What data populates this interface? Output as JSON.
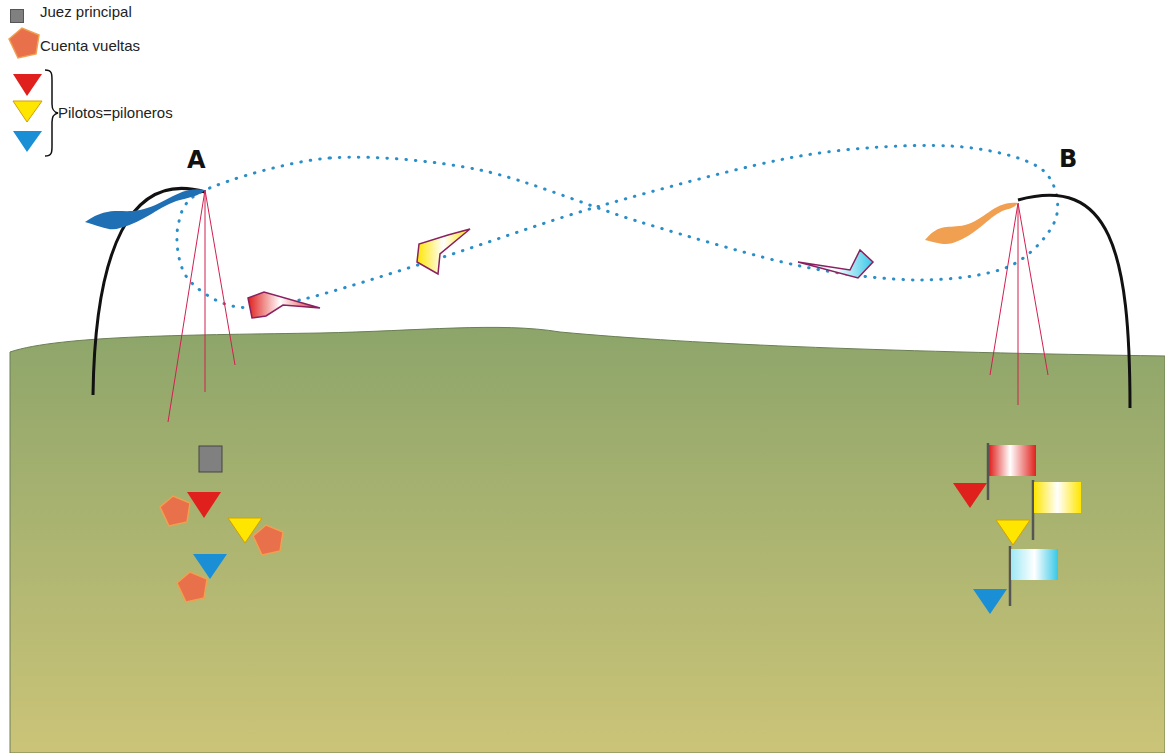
{
  "diagram": {
    "labels": [
      "A",
      "B"
    ],
    "legend": [
      {
        "text": "Juez principal",
        "color": "#808080"
      },
      {
        "text": "Cuenta vueltas"
      },
      {
        "text": "Pilotos=piloneros"
      }
    ]
  }
}
